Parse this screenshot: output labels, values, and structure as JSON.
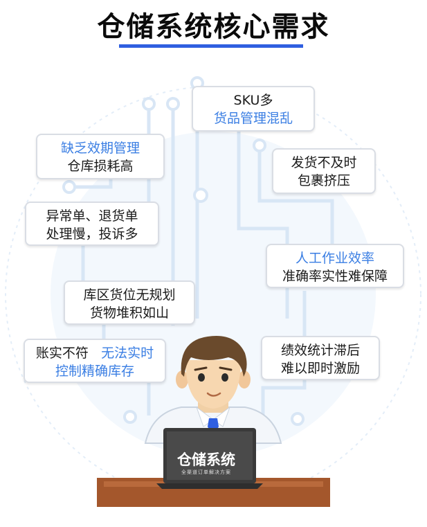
{
  "title": "仓储系统核心需求",
  "colors": {
    "accent": "#2f5fe0",
    "highlight": "#3a7ee3",
    "card_border": "#d9dde4",
    "circuit": "#e3edf8"
  },
  "cards": {
    "sku": {
      "line1": "SKU多",
      "line2": "货品管理混乱"
    },
    "expiry": {
      "line1": "缺乏效期管理",
      "line2": "仓库损耗高"
    },
    "shipping": {
      "line1": "发货不及时",
      "line2": "包裹挤压"
    },
    "abnormal": {
      "line1": "异常单、退货单",
      "line2": "处理慢，投诉多"
    },
    "manual": {
      "line1": "人工作业效率",
      "line2": "准确率实性难保障"
    },
    "location": {
      "line1": "库区货位无规划",
      "line2": "货物堆积如山"
    },
    "inventory": {
      "line1a": "账实不符",
      "line1b": "无法实时",
      "line2": "控制精确库存"
    },
    "performance": {
      "line1": "绩效统计滞后",
      "line2": "难以即时激励"
    }
  },
  "laptop": {
    "title": "仓储系统",
    "subtitle": "全渠道订单解决方案"
  }
}
